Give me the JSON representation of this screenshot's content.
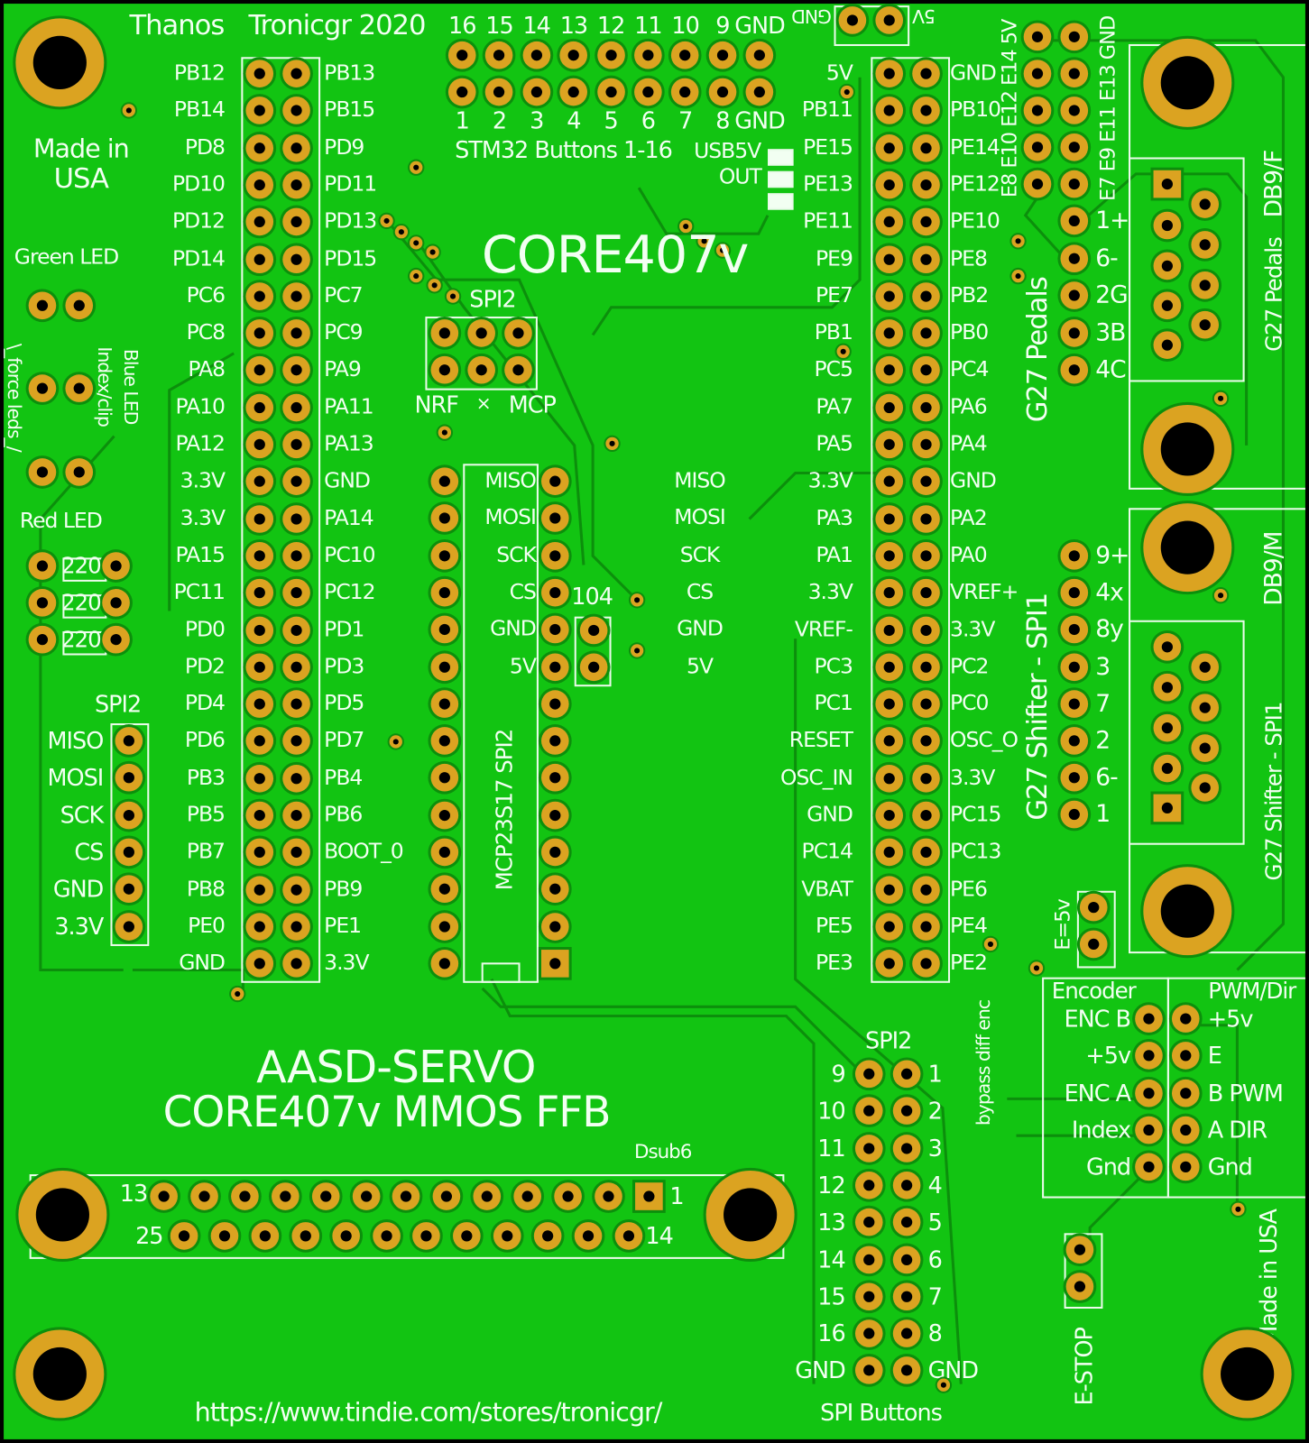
{
  "board": {
    "title_left": "Thanos",
    "title_right": "Tronicgr 2020",
    "made_in": "Made in",
    "usa": "USA",
    "made_in_usa_rot": "Made in USA",
    "url": "https://www.tindie.com/stores/tronicgr/",
    "core_logo": "CORE407v",
    "servo_title": "AASD-SERVO",
    "servo_sub": "CORE407v MMOS FFB"
  },
  "left_header": {
    "left": [
      "PB12",
      "PB14",
      "PD8",
      "PD10",
      "PD12",
      "PD14",
      "PC6",
      "PC8",
      "PA8",
      "PA10",
      "PA12",
      "3.3V",
      "3.3V",
      "PA15",
      "PC11",
      "PD0",
      "PD2",
      "PD4",
      "PD6",
      "PB3",
      "PB5",
      "PB7",
      "PB8",
      "PE0",
      "GND"
    ],
    "right": [
      "PB13",
      "PB15",
      "PD9",
      "PD11",
      "PD13",
      "PD15",
      "PC7",
      "PC9",
      "PA9",
      "PA11",
      "PA13",
      "GND",
      "PA14",
      "PC10",
      "PC12",
      "PD1",
      "PD3",
      "PD5",
      "PD7",
      "PB4",
      "PB6",
      "BOOT_0",
      "PB9",
      "PE1",
      "3.3V"
    ]
  },
  "right_header": {
    "left": [
      "5V",
      "PB11",
      "PE15",
      "PE13",
      "PE11",
      "PE9",
      "PE7",
      "PB1",
      "PC5",
      "PA7",
      "PA5",
      "3.3V",
      "PA3",
      "PA1",
      "3.3V",
      "VREF-",
      "PC3",
      "PC1",
      "RESET",
      "OSC_IN",
      "GND",
      "PC14",
      "VBAT",
      "PE5",
      "PE3"
    ],
    "right": [
      "GND",
      "PB10",
      "PE14",
      "PE12",
      "PE10",
      "PE8",
      "PB2",
      "PB0",
      "PC4",
      "PA6",
      "PA4",
      "GND",
      "PA2",
      "PA0",
      "VREF+",
      "3.3V",
      "PC2",
      "PC0",
      "OSC_O",
      "3.3V",
      "PC15",
      "PC13",
      "PE6",
      "PE4",
      "PE2"
    ]
  },
  "buttons_header": {
    "top": [
      "16",
      "15",
      "14",
      "13",
      "12",
      "11",
      "10",
      "9",
      "GND"
    ],
    "bottom": [
      "1",
      "2",
      "3",
      "4",
      "5",
      "6",
      "7",
      "8",
      "GND"
    ],
    "caption": "STM32 Buttons 1-16",
    "usb5v": "USB5V",
    "out": "OUT"
  },
  "power_jumper": {
    "gnd": "GND",
    "v5": "5V"
  },
  "spi_mid_labels": [
    "MISO",
    "MOSI",
    "SCK",
    "CS",
    "GND",
    "5V"
  ],
  "mcp": {
    "labels": [
      "MISO",
      "MOSI",
      "SCK",
      "CS",
      "GND",
      "5V"
    ],
    "name": "MCP23S17 SPI2"
  },
  "spi_jumper": {
    "title": "SPI2",
    "nrf": "NRF",
    "x": "×",
    "mcp": "MCP"
  },
  "capacitor": "104",
  "left_spi2": {
    "title": "SPI2",
    "labels": [
      "MISO",
      "MOSI",
      "SCK",
      "CS",
      "GND",
      "3.3V"
    ]
  },
  "leds": {
    "green": "Green LED",
    "red": "Red LED",
    "blue": "Blue LED",
    "index": "Index/clip",
    "force": "\\_force leds_/"
  },
  "resistors": [
    "220",
    "220",
    "220"
  ],
  "dsub": {
    "title": "Dsub6",
    "pin13": "13",
    "pin25": "25",
    "pin1": "1",
    "pin14": "14"
  },
  "spi_buttons": {
    "title": "SPI2",
    "left": [
      "9",
      "10",
      "11",
      "12",
      "13",
      "14",
      "15",
      "16",
      "GND"
    ],
    "right": [
      "1",
      "2",
      "3",
      "4",
      "5",
      "6",
      "7",
      "8",
      "GND"
    ],
    "caption": "SPI Buttons"
  },
  "pedals": {
    "top_left": "E8 E10 E12 E14 5V",
    "top_right": "E7 E9 E11 E13 GND",
    "labels": [
      "1+",
      "6-",
      "2G",
      "3B",
      "4C"
    ],
    "title": "G27 Pedals",
    "db9": "DB9/F",
    "db9_title": "G27 Pedals"
  },
  "shifter": {
    "labels": [
      "9+",
      "4x",
      "8y",
      "3",
      "7",
      "2",
      "6-",
      "1"
    ],
    "title": "G27 Shifter - SPI1",
    "db9": "DB9/M",
    "db9_title": "G27 Shifter - SPI1"
  },
  "e5v": "E=5v",
  "bypass": "bypass diff enc",
  "encoder": {
    "title": "Encoder",
    "labels": [
      "ENC B",
      "+5v",
      "ENC A",
      "Index",
      "Gnd"
    ]
  },
  "pwm": {
    "title": "PWM/Dir",
    "labels": [
      "+5v",
      "E",
      "B PWM",
      "A DIR",
      "Gnd"
    ]
  },
  "estop": "E-STOP",
  "colors": {
    "board": "#12c412",
    "pad": "#dba321",
    "trace": "#0c8f0c",
    "silk": "#f2fff2"
  }
}
